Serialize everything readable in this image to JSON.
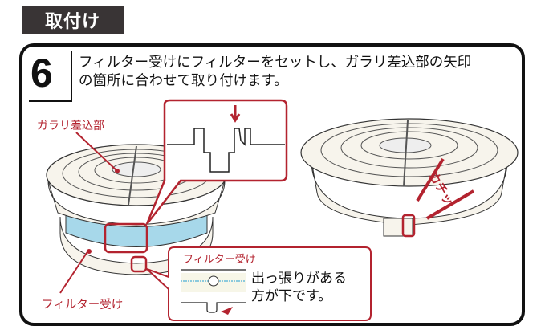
{
  "section": {
    "title": "取付け"
  },
  "step": {
    "number": "6",
    "instruction_line1": "フィルター受けにフィルターをセットし、ガラリ差込部の矢印",
    "instruction_line2": "の箇所に合わせて取り付けます。"
  },
  "labels": {
    "louver_insert": "ガラリ差込部",
    "filter_holder_bottom": "フィルター受け",
    "callout_title": "フィルター受け",
    "callout_note_line1": "出っ張りがある",
    "callout_note_line2": "方が下です。",
    "click_sound": "カチッ"
  },
  "colors": {
    "accent_red": "#b3232f",
    "title_bg": "#393435",
    "filter_blue": "#a7d8ea",
    "body_fill": "#f7f4ec"
  },
  "icons": {
    "arrow": "down-arrow-icon",
    "click_marks": "click-emphasis-icon"
  }
}
